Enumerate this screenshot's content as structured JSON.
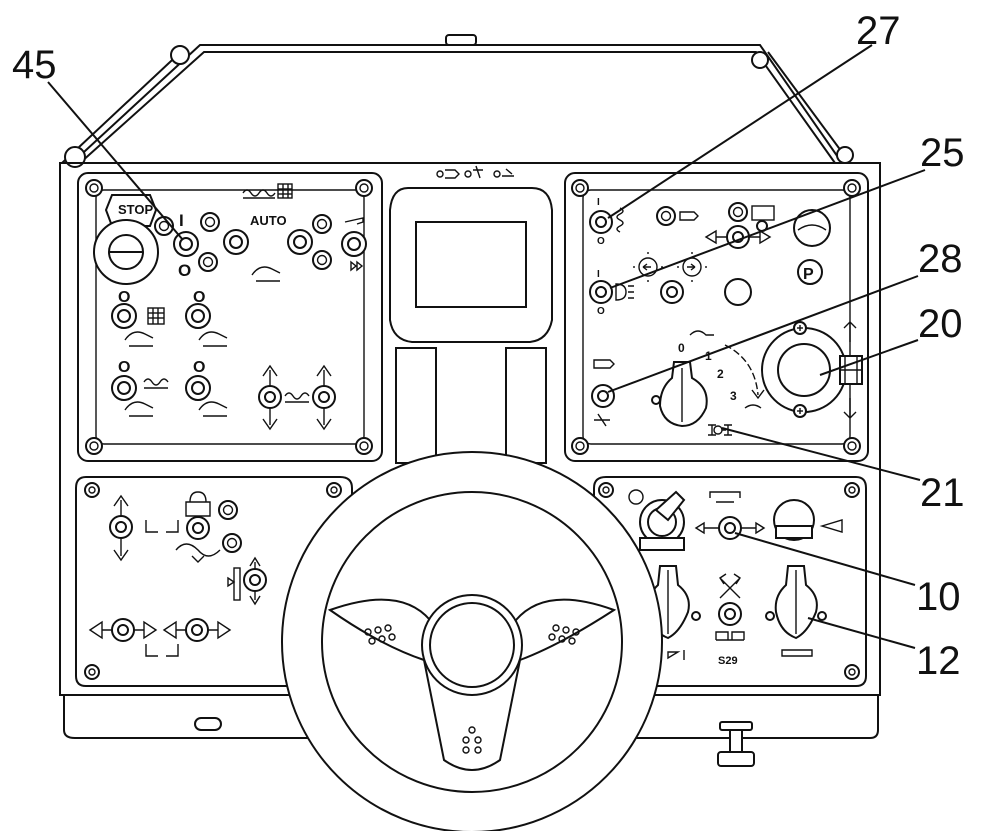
{
  "callouts": [
    {
      "id": "c45",
      "number": "45"
    },
    {
      "id": "c27",
      "number": "27"
    },
    {
      "id": "c25",
      "number": "25"
    },
    {
      "id": "c28",
      "number": "28"
    },
    {
      "id": "c20",
      "number": "20"
    },
    {
      "id": "c21",
      "number": "21"
    },
    {
      "id": "c10",
      "number": "10"
    },
    {
      "id": "c12",
      "number": "12"
    }
  ],
  "panel_labels": {
    "stop": "STOP",
    "auto": "AUTO",
    "on_mark": "I",
    "off_mark": "O",
    "s29": "S29",
    "speed_0": "0",
    "speed_1": "1",
    "speed_2": "2",
    "speed_3": "3",
    "parking": "P"
  }
}
